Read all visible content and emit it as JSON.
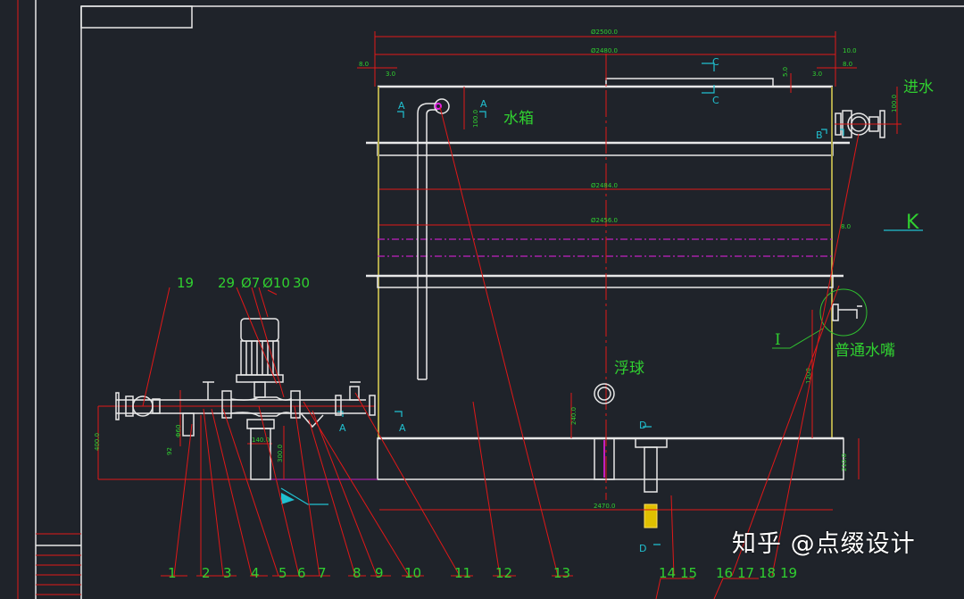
{
  "dimensions": {
    "outer_width": "Ø2500.0",
    "inner_width": "Ø2480.0",
    "mid_width_1": "Ø2484.0",
    "mid_width_2": "Ø2456.0",
    "base_length": "2470.0",
    "left_8": "8.0",
    "left_3": "3.0",
    "right_10": "10.0",
    "right_8": "8.0",
    "right_3": "3.0",
    "top_5": "5.0",
    "inlet_height": "100.0",
    "outlet_height": "100.0",
    "right_8b": "8.0",
    "float_height": "240.0",
    "tap_height": "1200",
    "base_height": "210.0",
    "pump_width": "140.0",
    "pump_height": "300.0",
    "pipe_height": "400.0",
    "pipe_dia": "Φ60",
    "pipe_small": "92"
  },
  "labels": {
    "tank": "水箱",
    "inlet": "进水",
    "float_ball": "浮球",
    "tap": "普通水嘴",
    "detail_i": "I",
    "view_k": "K"
  },
  "section_marks": [
    "A",
    "B",
    "C",
    "D"
  ],
  "callouts_top": [
    "19",
    "29",
    "Ø7",
    "Ø10",
    "30"
  ],
  "callouts_bottom": [
    "1",
    "2",
    "3",
    "4",
    "5",
    "6",
    "7",
    "8",
    "9",
    "10",
    "11",
    "12",
    "13",
    "14",
    "15",
    "16",
    "17",
    "18",
    "19"
  ],
  "watermark": "知乎 @点缀设计"
}
